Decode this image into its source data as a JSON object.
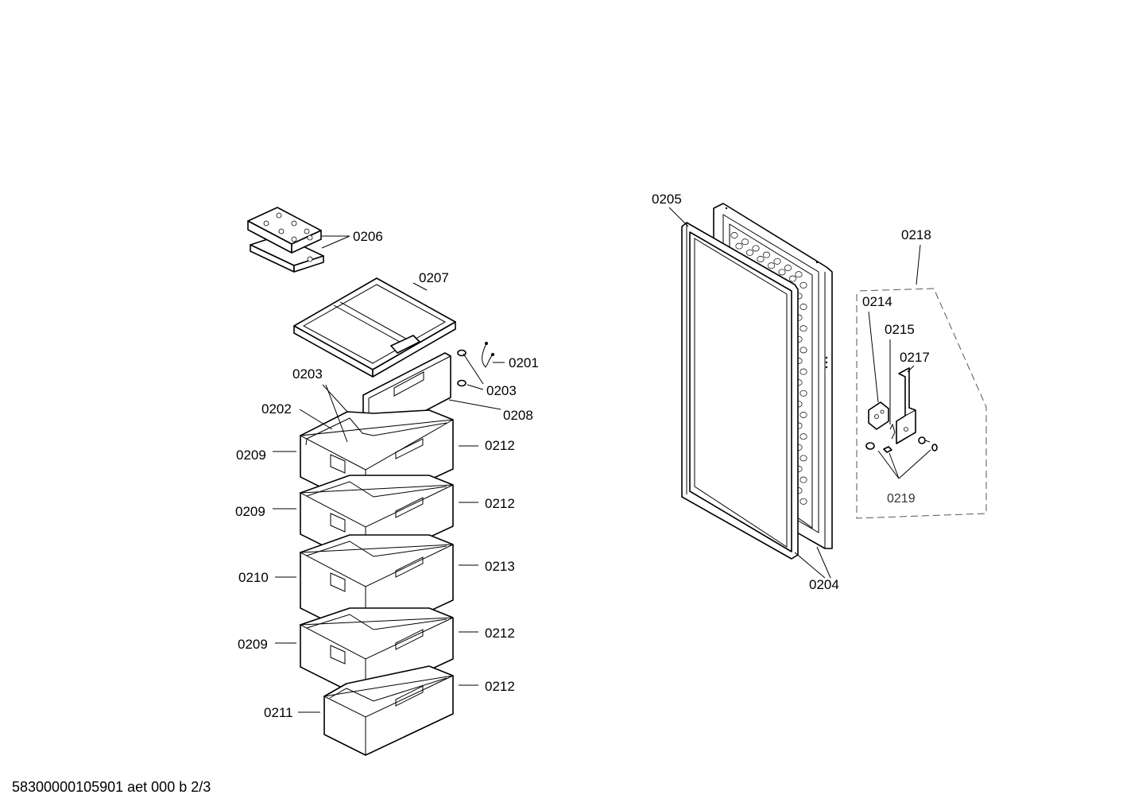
{
  "labels": {
    "p0201": "0201",
    "p0202": "0202",
    "p0203a": "0203",
    "p0203b": "0203",
    "p0204": "0204",
    "p0205": "0205",
    "p0206": "0206",
    "p0207": "0207",
    "p0208": "0208",
    "p0209a": "0209",
    "p0209b": "0209",
    "p0209c": "0209",
    "p0210": "0210",
    "p0211": "0211",
    "p0212a": "0212",
    "p0212b": "0212",
    "p0212c": "0212",
    "p0212d": "0212",
    "p0213": "0213",
    "p0214": "0214",
    "p0215": "0215",
    "p0217": "0217",
    "p0218": "0218",
    "p0219": "0219"
  },
  "footer": {
    "doc_id": "58300000105901 aet 000 b 2/3"
  }
}
